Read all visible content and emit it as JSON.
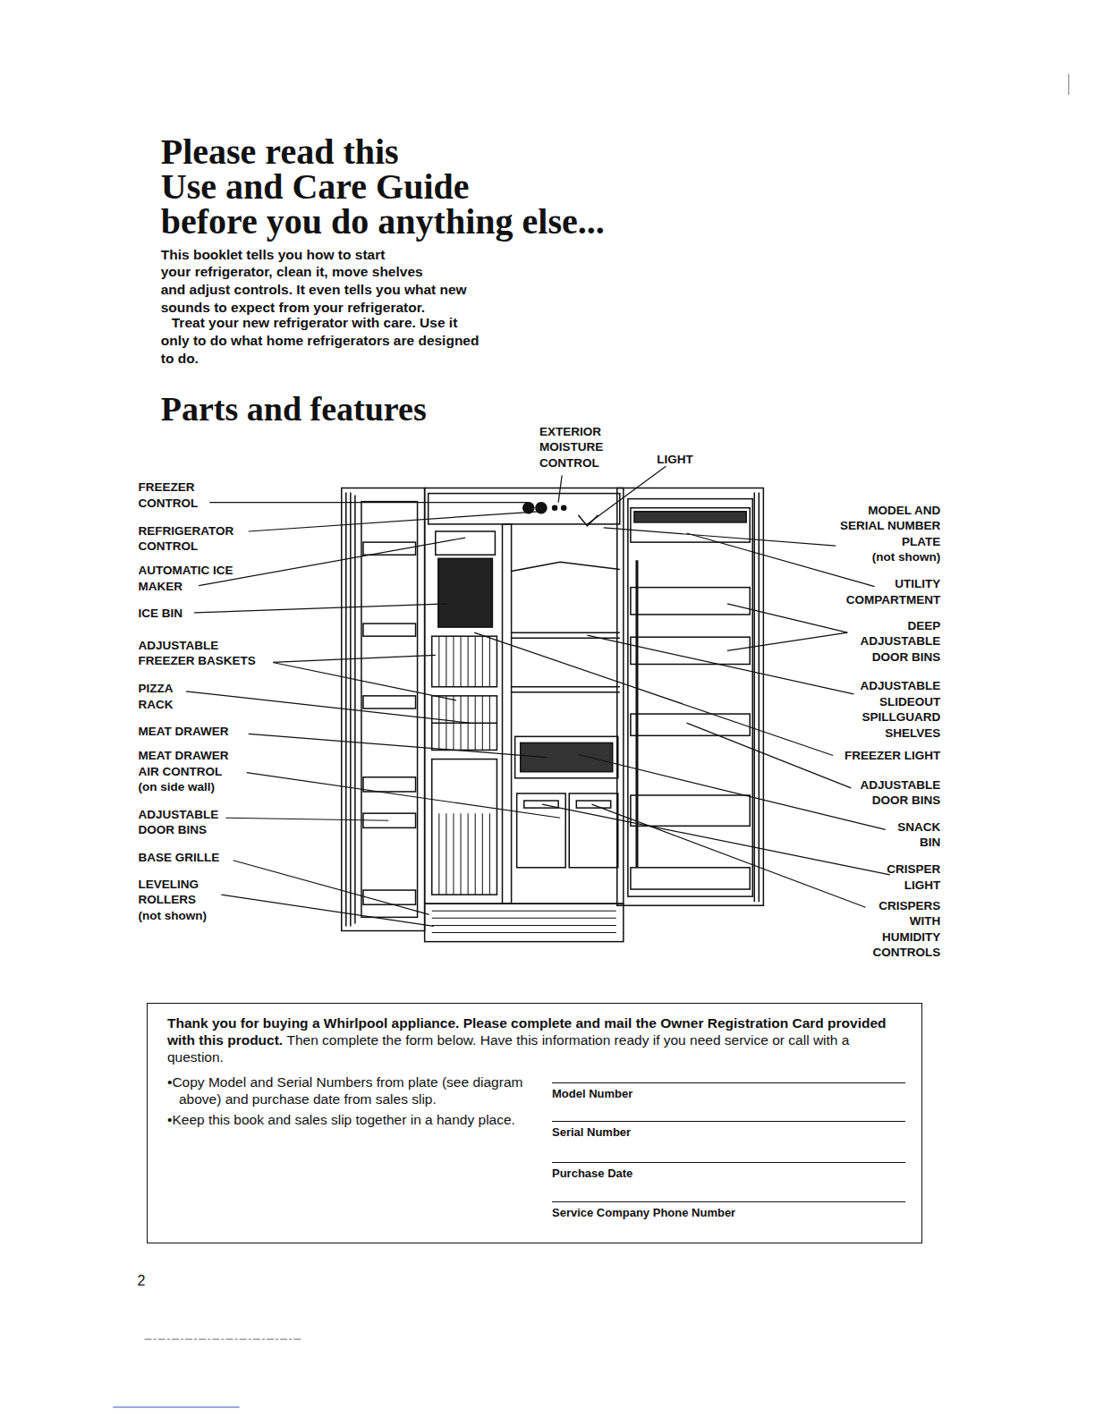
{
  "diagram": {
    "title": "Please read this Use and Care Guide before you do anything else...",
    "nodes": [
      {
        "text": [
          "Thank you for buying a Whirlpool appliance. Please complete and mail the Owner Registration Card provided with this product.",
          "Then complete the form below. Have this information ready if you need service or call with a question.",
          "•Copy Model and Serial Numbers from plate (see diagram above) and purchase date from sales slip.",
          "•Keep this book and sales slip together in a handy place.",
          "Model Number",
          "Serial Number",
          "Purchase Date",
          "Service Company Phone Number"
        ]
      }
    ],
    "labels": [
      "This booklet tells you how to start your refrigerator, clean it, move shelves and adjust controls. It even tells you what new sounds to expect from your refrigerator.",
      "Treat your new refrigerator with care. Use it only to do what home refrigerators are designed to do.",
      "Parts and features",
      "EXTERIOR MOISTURE CONTROL",
      "LIGHT",
      "FREEZER CONTROL",
      "REFRIGERATOR CONTROL",
      "AUTOMATIC ICE MAKER",
      "ICE BIN",
      "ADJUSTABLE FREEZER BASKETS",
      "PIZZA RACK",
      "MEAT DRAWER",
      "MEAT DRAWER AIR CONTROL (on side wall)",
      "ADJUSTABLE DOOR BINS",
      "BASE GRILLE",
      "LEVELING ROLLERS (not shown)",
      "MODEL AND SERIAL NUMBER PLATE (not shown)",
      "UTILITY COMPARTMENT",
      "DEEP ADJUSTABLE DOOR BINS",
      "ADJUSTABLE SLIDEOUT SPILLGUARD SHELVES",
      "FREEZER LIGHT",
      "ADJUSTABLE DOOR BINS",
      "SNACK BIN",
      "CRISPER LIGHT",
      "CRISPERS WITH HUMIDITY CONTROLS",
      "2"
    ]
  }
}
